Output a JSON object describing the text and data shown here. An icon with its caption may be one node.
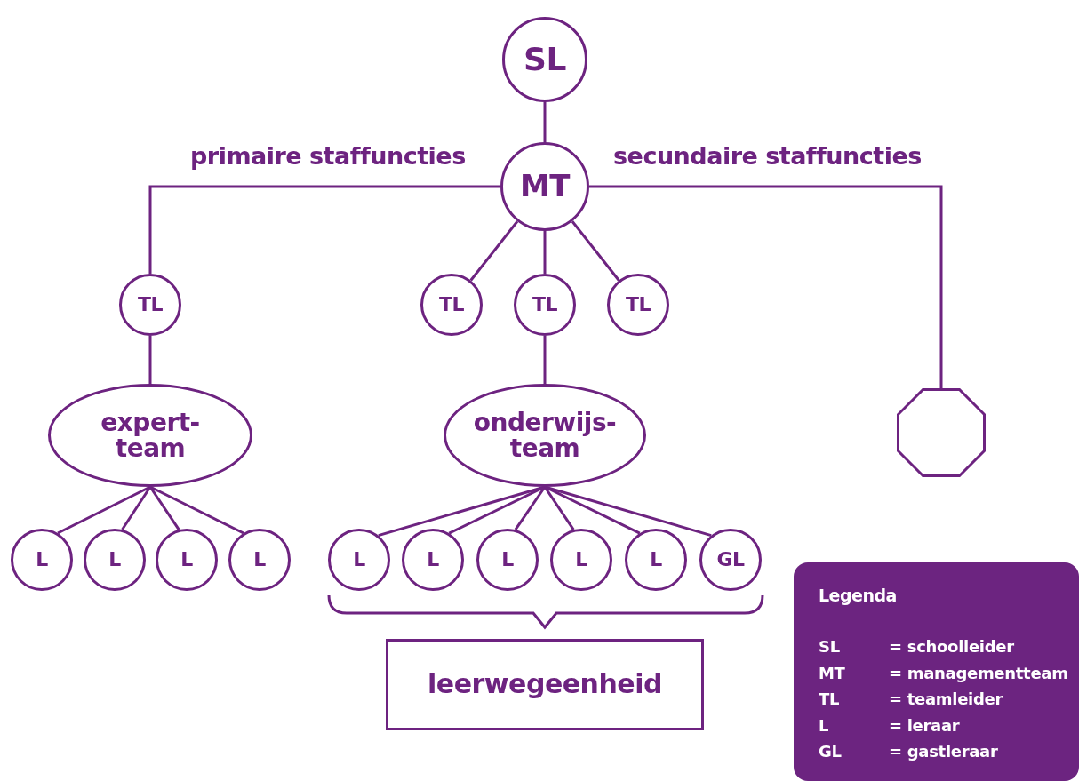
{
  "diagram": {
    "nodes": [
      {
        "text": [
          "SL"
        ]
      },
      {
        "text": [
          "MT"
        ]
      },
      {
        "text": [
          "TL"
        ]
      },
      {
        "text": [
          "TL"
        ]
      },
      {
        "text": [
          "TL"
        ]
      },
      {
        "text": [
          "TL"
        ]
      },
      {
        "text": [
          "expert-team"
        ]
      },
      {
        "text": [
          "onderwijs-team"
        ]
      },
      {
        "text": [],
        "shape": "octagon"
      },
      {
        "text": [
          "L"
        ]
      },
      {
        "text": [
          "L"
        ]
      },
      {
        "text": [
          "L"
        ]
      },
      {
        "text": [
          "L"
        ]
      },
      {
        "text": [
          "L"
        ]
      },
      {
        "text": [
          "L"
        ]
      },
      {
        "text": [
          "L"
        ]
      },
      {
        "text": [
          "L"
        ]
      },
      {
        "text": [
          "L"
        ]
      },
      {
        "text": [
          "GL"
        ]
      },
      {
        "text": [
          "leerwegeenheid"
        ]
      }
    ],
    "edges": [
      {
        "from": 0,
        "to": 1,
        "arrow": "none"
      },
      {
        "from": 1,
        "to": 2,
        "arrow": "none"
      },
      {
        "from": 1,
        "to": 3,
        "arrow": "none"
      },
      {
        "from": 1,
        "to": 4,
        "arrow": "none"
      },
      {
        "from": 1,
        "to": 5,
        "arrow": "none"
      },
      {
        "from": 1,
        "to": 8,
        "arrow": "none"
      },
      {
        "from": 2,
        "to": 6,
        "arrow": "none"
      },
      {
        "from": 4,
        "to": 7,
        "arrow": "none"
      },
      {
        "from": 6,
        "to": 9,
        "arrow": "none"
      },
      {
        "from": 6,
        "to": 10,
        "arrow": "none"
      },
      {
        "from": 6,
        "to": 11,
        "arrow": "none"
      },
      {
        "from": 6,
        "to": 12,
        "arrow": "none"
      },
      {
        "from": 7,
        "to": 13,
        "arrow": "none"
      },
      {
        "from": 7,
        "to": 14,
        "arrow": "none"
      },
      {
        "from": 7,
        "to": 15,
        "arrow": "none"
      },
      {
        "from": 7,
        "to": 16,
        "arrow": "none"
      },
      {
        "from": 7,
        "to": 17,
        "arrow": "none"
      },
      {
        "from": 7,
        "to": 18,
        "arrow": "none"
      }
    ],
    "labels": [
      "primaire staffuncties",
      "secundaire staffuncties",
      "Legenda"
    ],
    "legend": [
      {
        "text": "SL = schoolleider"
      },
      {
        "text": "MT = managementteam"
      },
      {
        "text": "TL = teamleider"
      },
      {
        "text": "L = leraar"
      },
      {
        "text": "GL = gastleraar"
      }
    ]
  }
}
